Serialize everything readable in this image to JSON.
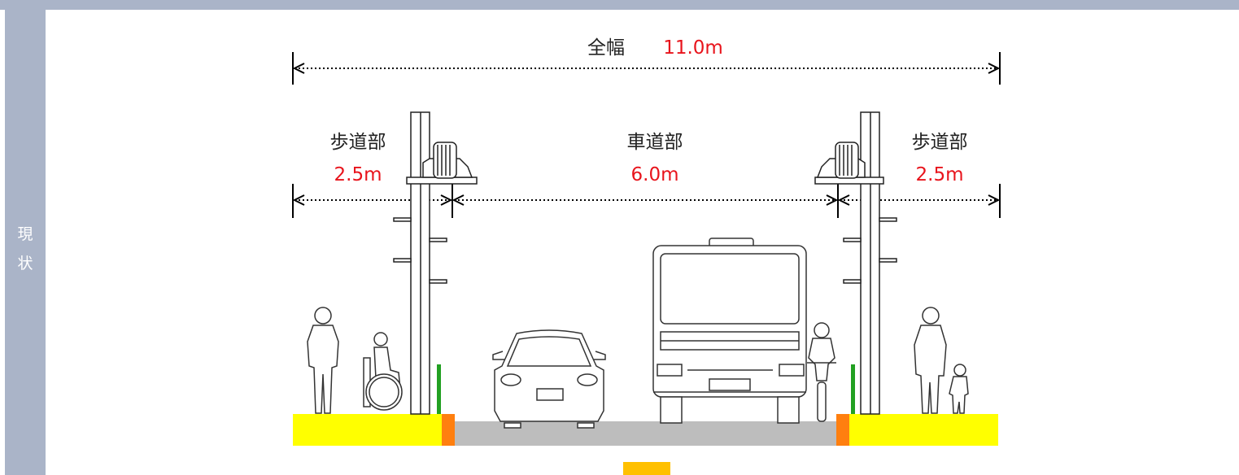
{
  "side_label": [
    "現",
    "状"
  ],
  "total_width": {
    "label": "全幅",
    "value": "11.0m"
  },
  "sections": [
    {
      "name": "歩道部",
      "width": "2.5m"
    },
    {
      "name": "車道部",
      "width": "6.0m"
    },
    {
      "name": "歩道部",
      "width": "2.5m"
    }
  ],
  "colors": {
    "frame": "#aab4c8",
    "sidewalk": "#ffff00",
    "curb": "#ff7f0f",
    "roadway": "#bdbdbd",
    "dimension_value": "#e8141c",
    "barrier": "#22a022",
    "marker": "#ffc000"
  },
  "icons": [
    "pedestrian-icon",
    "wheelchair-icon",
    "utility-pole-icon",
    "transformer-icon",
    "car-icon",
    "bus-icon",
    "cyclist-icon",
    "pedestrian-with-child-icon"
  ]
}
